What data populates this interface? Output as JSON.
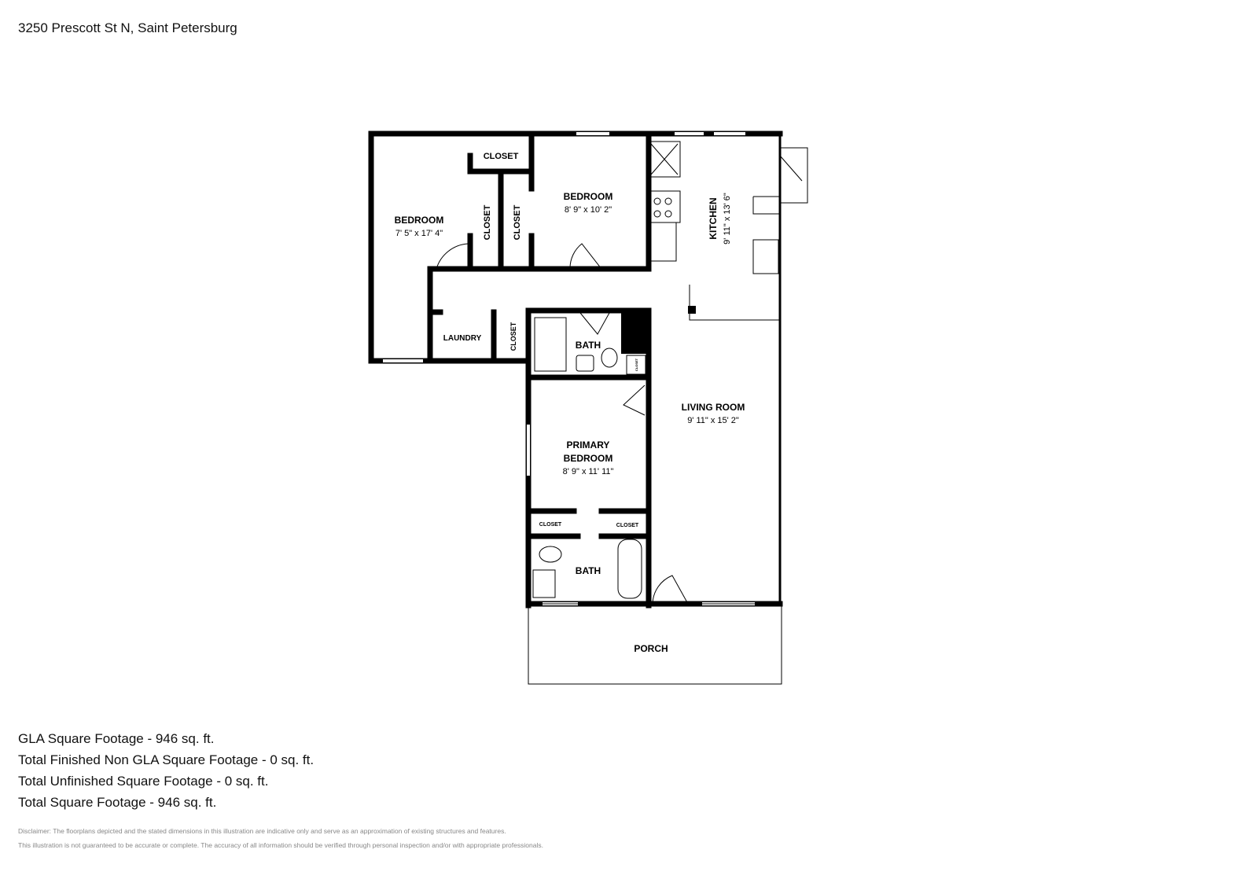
{
  "header": {
    "address": "3250 Prescott St N, Saint Petersburg"
  },
  "rooms": {
    "bedroom_left": {
      "label": "BEDROOM",
      "dims": "7' 5\" x 17' 4\""
    },
    "bedroom_right": {
      "label": "BEDROOM",
      "dims": "8' 9\" x 10' 2\""
    },
    "kitchen": {
      "label": "KITCHEN",
      "dims": "9' 11\" x 13' 6\""
    },
    "living_room": {
      "label": "LIVING ROOM",
      "dims": "9' 11\" x 15' 2\""
    },
    "primary_bedroom": {
      "label_line1": "PRIMARY",
      "label_line2": "BEDROOM",
      "dims": "8' 9\" x 11' 11\""
    },
    "bath_upper": {
      "label": "BATH"
    },
    "bath_lower": {
      "label": "BATH"
    },
    "laundry": {
      "label": "LAUNDRY"
    },
    "porch": {
      "label": "PORCH"
    },
    "closet_label": "CLOSET"
  },
  "stats": [
    "GLA Square Footage - 946 sq. ft.",
    "Total Finished Non GLA Square Footage - 0 sq. ft.",
    "Total Unfinished Square Footage - 0 sq. ft.",
    "Total Square Footage - 946 sq. ft."
  ],
  "disclaimer": [
    "Disclaimer: The floorplans depicted and the stated dimensions in this illustration are indicative only and serve as an approximation of existing structures and features.",
    "This illustration is not guaranteed to be accurate or complete. The accuracy of all information should be verified through personal inspection and/or with appropriate professionals."
  ]
}
